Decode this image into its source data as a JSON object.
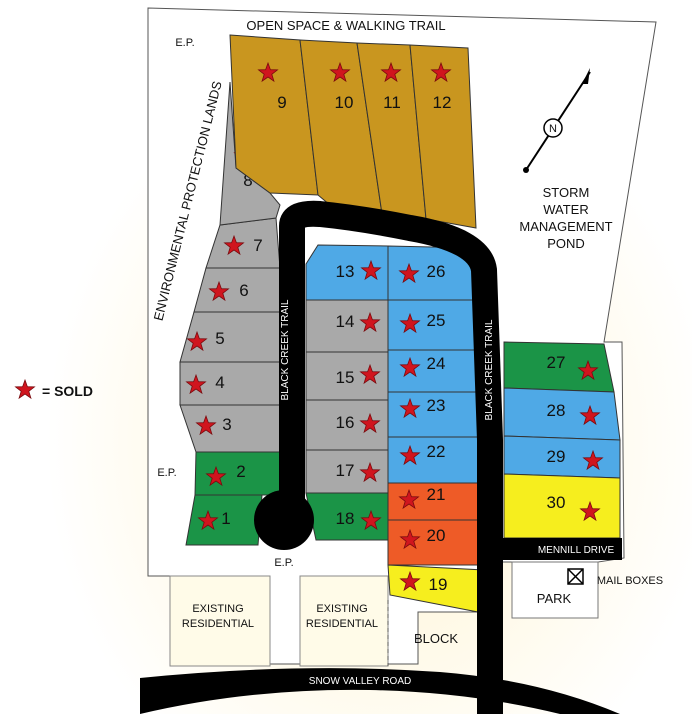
{
  "labels": {
    "open_space": "OPEN SPACE & WALKING TRAIL",
    "environmental": "ENVIRONMENTAL PROTECTION LANDS",
    "storm_water": [
      "STORM",
      "WATER",
      "MANAGEMENT",
      "POND"
    ],
    "ep": "E.P.",
    "black_creek_trail": "BLACK CREEK TRAIL",
    "mennill_drive": "MENNILL DRIVE",
    "mail_boxes": "MAIL BOXES",
    "park": "PARK",
    "block": "BLOCK",
    "existing_residential": [
      "EXISTING",
      "RESIDENTIAL"
    ],
    "snow_valley_road": "SNOW VALLEY ROAD",
    "legend_sold": "= SOLD",
    "north": "N"
  },
  "colors": {
    "gold": "#c9961f",
    "gray": "#a9a9a9",
    "blue": "#4fa9e6",
    "green": "#1b9447",
    "orange": "#ee5b27",
    "yellow": "#f6ee1e",
    "road": "#000000",
    "star": "#d0151e"
  },
  "lots": [
    {
      "num": "1",
      "zone": "green",
      "sold": true
    },
    {
      "num": "2",
      "zone": "green",
      "sold": true
    },
    {
      "num": "3",
      "zone": "gray",
      "sold": true
    },
    {
      "num": "4",
      "zone": "gray",
      "sold": true
    },
    {
      "num": "5",
      "zone": "gray",
      "sold": true
    },
    {
      "num": "6",
      "zone": "gray",
      "sold": true
    },
    {
      "num": "7",
      "zone": "gray",
      "sold": true
    },
    {
      "num": "8",
      "zone": "gray",
      "sold": true
    },
    {
      "num": "9",
      "zone": "gold",
      "sold": true
    },
    {
      "num": "10",
      "zone": "gold",
      "sold": true
    },
    {
      "num": "11",
      "zone": "gold",
      "sold": true
    },
    {
      "num": "12",
      "zone": "gold",
      "sold": true
    },
    {
      "num": "13",
      "zone": "blue",
      "sold": true
    },
    {
      "num": "14",
      "zone": "gray",
      "sold": true
    },
    {
      "num": "15",
      "zone": "gray",
      "sold": true
    },
    {
      "num": "16",
      "zone": "gray",
      "sold": true
    },
    {
      "num": "17",
      "zone": "gray",
      "sold": true
    },
    {
      "num": "18",
      "zone": "green",
      "sold": true
    },
    {
      "num": "19",
      "zone": "yellow",
      "sold": true
    },
    {
      "num": "20",
      "zone": "orange",
      "sold": true
    },
    {
      "num": "21",
      "zone": "orange",
      "sold": true
    },
    {
      "num": "22",
      "zone": "blue",
      "sold": true
    },
    {
      "num": "23",
      "zone": "blue",
      "sold": true
    },
    {
      "num": "24",
      "zone": "blue",
      "sold": true
    },
    {
      "num": "25",
      "zone": "blue",
      "sold": true
    },
    {
      "num": "26",
      "zone": "blue",
      "sold": true
    },
    {
      "num": "27",
      "zone": "green",
      "sold": true
    },
    {
      "num": "28",
      "zone": "blue",
      "sold": true
    },
    {
      "num": "29",
      "zone": "blue",
      "sold": true
    },
    {
      "num": "30",
      "zone": "yellow",
      "sold": true
    }
  ]
}
